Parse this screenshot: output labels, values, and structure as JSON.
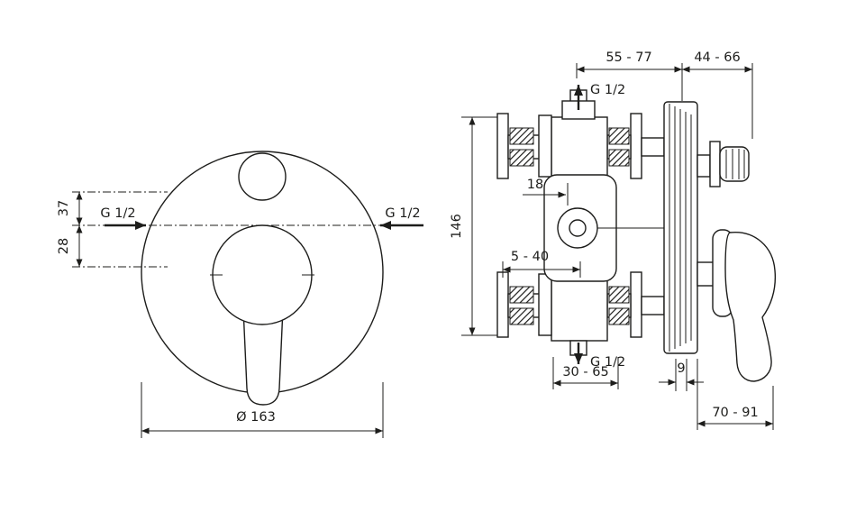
{
  "front_view": {
    "dim_offset_top": "37",
    "dim_offset_bottom": "28",
    "port_left": "G 1/2",
    "port_right": "G 1/2",
    "dim_diameter": "Ø 163"
  },
  "side_view": {
    "dim_top_left": "55 - 77",
    "dim_top_right": "44 - 66",
    "port_top": "G 1/2",
    "dim_height": "146",
    "dim_cartridge_depth": "18",
    "dim_plaster_range": "5 - 40",
    "port_bottom": "G 1/2",
    "dim_wall_range": "30 - 65",
    "dim_plate_thickness": "9",
    "dim_handle_depth": "70 - 91"
  }
}
